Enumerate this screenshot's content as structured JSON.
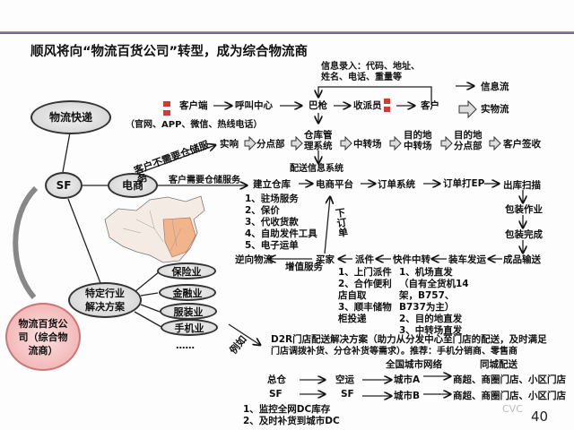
{
  "title": "顺风将向“物流百货公司”转型，成为综合物流商",
  "nodes": {
    "express": "物流快递",
    "sf": "SF",
    "ecommerce": "电商",
    "industry": "特定行业解决方案",
    "department_store": "物流百货公司（综合物流商）"
  },
  "industries": [
    "保险业",
    "金融业",
    "服装业",
    "手机业",
    "……"
  ],
  "express_flow": {
    "client": "客户端",
    "call_center": "呼叫中心",
    "channels": "（官网、APP、微信、热线电话）",
    "info_entry_1": "信息录入：代码、地址、",
    "info_entry_2": "姓名、电话、重量等",
    "scanner": "巴枪",
    "courier": "收派员",
    "customer": "客户",
    "legend_info": "信息流",
    "legend_physical": "实物流",
    "no_storage": "客户不需要仓储服务",
    "shixiang": "实响",
    "branch": "分点部",
    "wms": "仓库管理系统",
    "transfer": "中转场",
    "dest_transfer": "目的地中转场",
    "dest_branch": "目的地分点部",
    "sign": "客户签收"
  },
  "ecom_flow": {
    "need_storage": "客户需要仓储服务",
    "delivery_system": "配送信息系统",
    "build_warehouse": "建立仓库",
    "platform": "电商平台",
    "order_system": "订单系统",
    "print_ep": "订单打EP",
    "outbound_scan": "出库扫描",
    "packing": "包装作业",
    "packed": "包装完成",
    "transport": "成品输送",
    "loading": "装车发运",
    "express_transfer": "快件中转",
    "dispatch": "派件",
    "buyer": "买家",
    "value_added": "增值服务",
    "reverse": "逆向物流",
    "place_order": "下订单",
    "warehouse_services": [
      "1、驻场服务",
      "2、保价",
      "3、代收货款",
      "4、自助发件工具",
      "5、电子运单"
    ],
    "dispatch_methods": [
      "1、上门派件",
      "2、合作便利",
      "店自取",
      "3、顺丰储物",
      "柜投递"
    ],
    "transfer_methods": [
      "1、机场直发",
      "（自有全货机14",
      "架，B757、",
      "B737为主）",
      "2、目的地直发",
      "3、中转场直发"
    ]
  },
  "d2r": {
    "example": "例如",
    "line1": "D2R门店配送解决方案（助力从分发中心至门店的配送，及时满足",
    "line2": "门店调拨补货、分仓补货等需求）。推荐：手机分销商、零售商",
    "national": "全国城市网络",
    "same_city": "同城配送",
    "hq": "总仓",
    "air": "空运",
    "city_a": "城市A",
    "stores_a": "商超、商圈门店、小区门店",
    "sf1": "SF",
    "sf2": "SF",
    "city_b": "城市B",
    "stores_b": "商超、商圈门店、小区门店",
    "note1": "1、监控全网DC库存",
    "note2": "2、及时补货到城市DC"
  },
  "watermark": "CVC",
  "page_number": "40"
}
